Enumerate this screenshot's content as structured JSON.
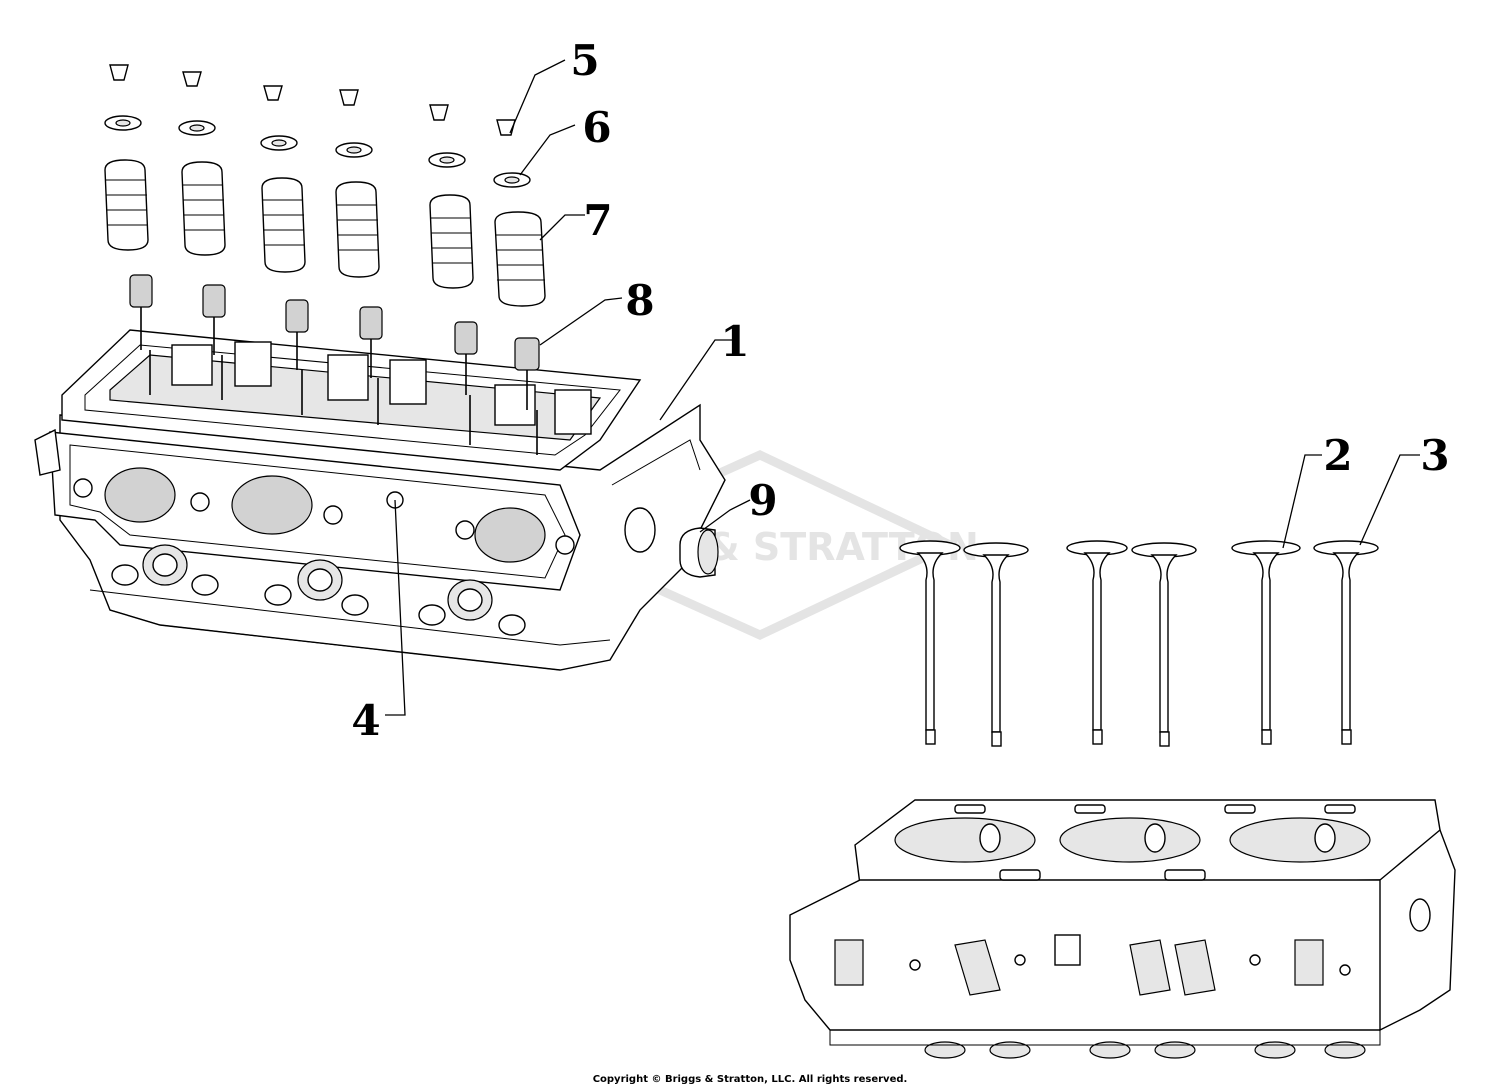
{
  "diagram": {
    "watermark": "BRIGGS & STRATTON",
    "callouts": [
      {
        "id": "1",
        "label": "1"
      },
      {
        "id": "2",
        "label": "2"
      },
      {
        "id": "3",
        "label": "3"
      },
      {
        "id": "4",
        "label": "4"
      },
      {
        "id": "5",
        "label": "5"
      },
      {
        "id": "6",
        "label": "6"
      },
      {
        "id": "7",
        "label": "7"
      },
      {
        "id": "8",
        "label": "8"
      },
      {
        "id": "9",
        "label": "9"
      }
    ],
    "copyright": "Copyright © Briggs & Stratton, LLC. All rights reserved."
  }
}
